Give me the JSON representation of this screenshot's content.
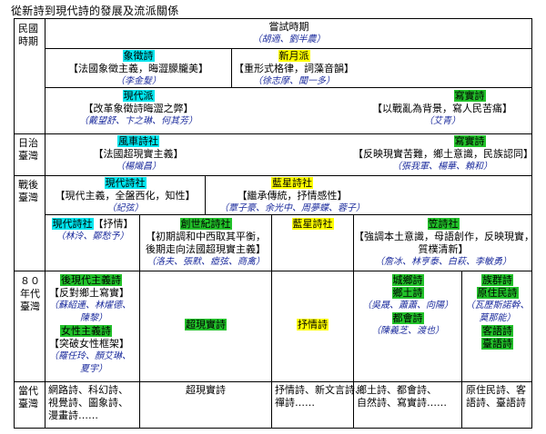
{
  "title": "從新詩到現代詩的發展及流派關係",
  "colors": {
    "cyan": "#00e5ee",
    "yellow": "#ffff00",
    "green": "#22c22a",
    "author": "#1a2a9c"
  },
  "rows": {
    "minguo": [
      "民國",
      "時期"
    ],
    "rizhi": [
      "日治",
      "臺灣"
    ],
    "zhanhou": [
      "戰後",
      "臺灣"
    ],
    "bashi": [
      "８０",
      "年代",
      "臺灣"
    ],
    "dangdai": [
      "當代",
      "臺灣"
    ]
  },
  "minguo": {
    "changshi": {
      "name": "嘗試時期",
      "authors": "（胡適、劉半農）"
    },
    "xiangzheng": {
      "name": "象徵詩",
      "desc": "【法國象徵主義，晦澀朦朧美】",
      "authors": "（李金髮）"
    },
    "xinyue": {
      "name": "新月派",
      "desc": "【重形式格律，詞藻音韻】",
      "authors": "（徐志摩、聞一多）"
    },
    "xiandai": {
      "name": "現代派",
      "desc": "【改革象徵詩晦澀之弊】",
      "authors": "（戴望舒、卞之琳、何其芳）"
    },
    "xieshi": {
      "name": "寫實詩",
      "desc": "【以戰亂為背景，寫人民苦痛】",
      "authors": "（艾青）"
    }
  },
  "rizhi": {
    "fengche": {
      "name": "風車詩社",
      "desc": "【法國超現實主義】",
      "authors": "（楊熾昌）"
    },
    "xieshi": {
      "name": "寫實詩",
      "desc": "【反映現實苦難，鄉土意識，民族認同】",
      "authors": "（張我軍、楊華、賴和）"
    }
  },
  "zhanhou": {
    "xiandai": {
      "name": "現代詩社",
      "desc": "【現代主義，全盤西化，知性】",
      "authors": "（紀弦）"
    },
    "lanxing": {
      "name": "藍星詩社",
      "desc": "【繼承傳統，抒情感性】",
      "authors": "（覃子豪、余光中、周夢蝶、蓉子）"
    },
    "xiandai2": {
      "name": "現代詩社",
      "desc": "【抒情】",
      "authors": "（林泠、鄭愁予）"
    },
    "chuangshiji": {
      "name": "創世紀詩社",
      "desc1": "【初期調和中西取其平衡，",
      "desc2": "後期走向法國超現實主義】",
      "authors": "（洛夫、張默、瘂弦、商禽）"
    },
    "lanxing2": {
      "name": "藍星詩社"
    },
    "li": {
      "name": "笠詩社",
      "desc1": "【強調本土意識，母語創作，反映現實，",
      "desc2": "質樸清新】",
      "authors": "（詹冰、林亨泰、白萩、李敏勇）"
    }
  },
  "bashi": {
    "houxiandai": {
      "name": "後現代主義詩",
      "desc": "【反對鄉土寫實】",
      "authors1": "（蘇紹連、林燿德、",
      "authors2": "陳黎）"
    },
    "nvxing": {
      "name": "女性主義詩",
      "desc": "【突破女性框架】",
      "authors1": "（羅任玲、顏艾琳、",
      "authors2": "夏宇）"
    },
    "chaoxianshi": {
      "name": "超現實詩"
    },
    "shuqing": {
      "name": "抒情詩"
    },
    "chengxiang": {
      "name": "城鄉詩"
    },
    "xiangtu": {
      "name": "鄉土詩",
      "authors": "（吳晟、蕭蕭、向陽）"
    },
    "duhui": {
      "name": "都會詩",
      "authors": "（陳義芝、渡也）"
    },
    "zuqun": {
      "name": "族群詩"
    },
    "yuanzhumin": {
      "name": "原住民詩",
      "authors1": "（瓦歷斯諾幹、",
      "authors2": "莫那能）"
    },
    "kejia": {
      "name": "客語詩"
    },
    "taiyu": {
      "name": "臺語詩"
    }
  },
  "dangdai": {
    "c1": [
      "網路詩、科幻詩、",
      "視覺詩、圖象詩、",
      "漫畫詩……"
    ],
    "c2": [
      "超現實詩"
    ],
    "c3": [
      "抒情詩、新文言詩、",
      "禪詩……"
    ],
    "c4": [
      "鄉土詩、都會詩、",
      "自然詩、寫實詩……"
    ],
    "c5": [
      "原住民詩、客",
      "語詩、臺語詩"
    ]
  }
}
